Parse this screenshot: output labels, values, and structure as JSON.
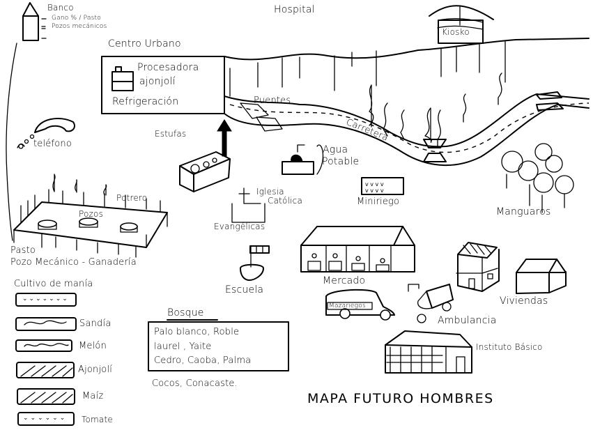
{
  "title": "MAPA FUTURO HOMBRES",
  "top": {
    "bank": {
      "label": "Banco",
      "notes": [
        "Gano % / Pasto",
        "Pozos mecánicos"
      ]
    },
    "hospital": "Hospital",
    "kiosk": "Kiosko"
  },
  "urban_center": {
    "heading": "Centro Urbano",
    "processing": "Procesadora",
    "processing_item": "ajonjolí",
    "refrigeration": "Refrigeración"
  },
  "road": {
    "bridges": "Puentes",
    "highway": "Carretera"
  },
  "places": {
    "stoves": "Estufas",
    "phone": "teléfono",
    "water": [
      "Agua",
      "Potable"
    ],
    "church": [
      "Iglesia",
      "Católica"
    ],
    "evangelicals": "Evangélicas",
    "mini_irrigation": "Miniriego",
    "mango_trees": "Manguaros",
    "pasture": "Potrero",
    "wells": "Pozos",
    "farm_caption": [
      "Pasto",
      "Pozo Mecánico - Ganadería"
    ],
    "school": "Escuela",
    "market": "Mercado",
    "bus": "Mazariegos",
    "ambulance": "Ambulancia",
    "housing": "Viviendas",
    "institute": "Instituto Básico"
  },
  "forest": {
    "heading": "Bosque",
    "lines": [
      "Palo blanco, Roble",
      "laurel , Yaite",
      "Cedro, Caoba, Palma"
    ],
    "extra": "Cocos, Conacaste."
  },
  "crops_legend": {
    "heading": "Cultivo de manía",
    "items": [
      {
        "label": "",
        "pattern": "v-marks"
      },
      {
        "label": "Sandía",
        "pattern": "vines"
      },
      {
        "label": "Melón",
        "pattern": "loops"
      },
      {
        "label": "Ajonjolí",
        "pattern": "diagonal-waves"
      },
      {
        "label": "Maíz",
        "pattern": "diagonal-waves"
      },
      {
        "label": "Tomate",
        "pattern": "v-marks"
      }
    ]
  },
  "colors": {
    "ink": "#000000",
    "paper": "#ffffff"
  }
}
